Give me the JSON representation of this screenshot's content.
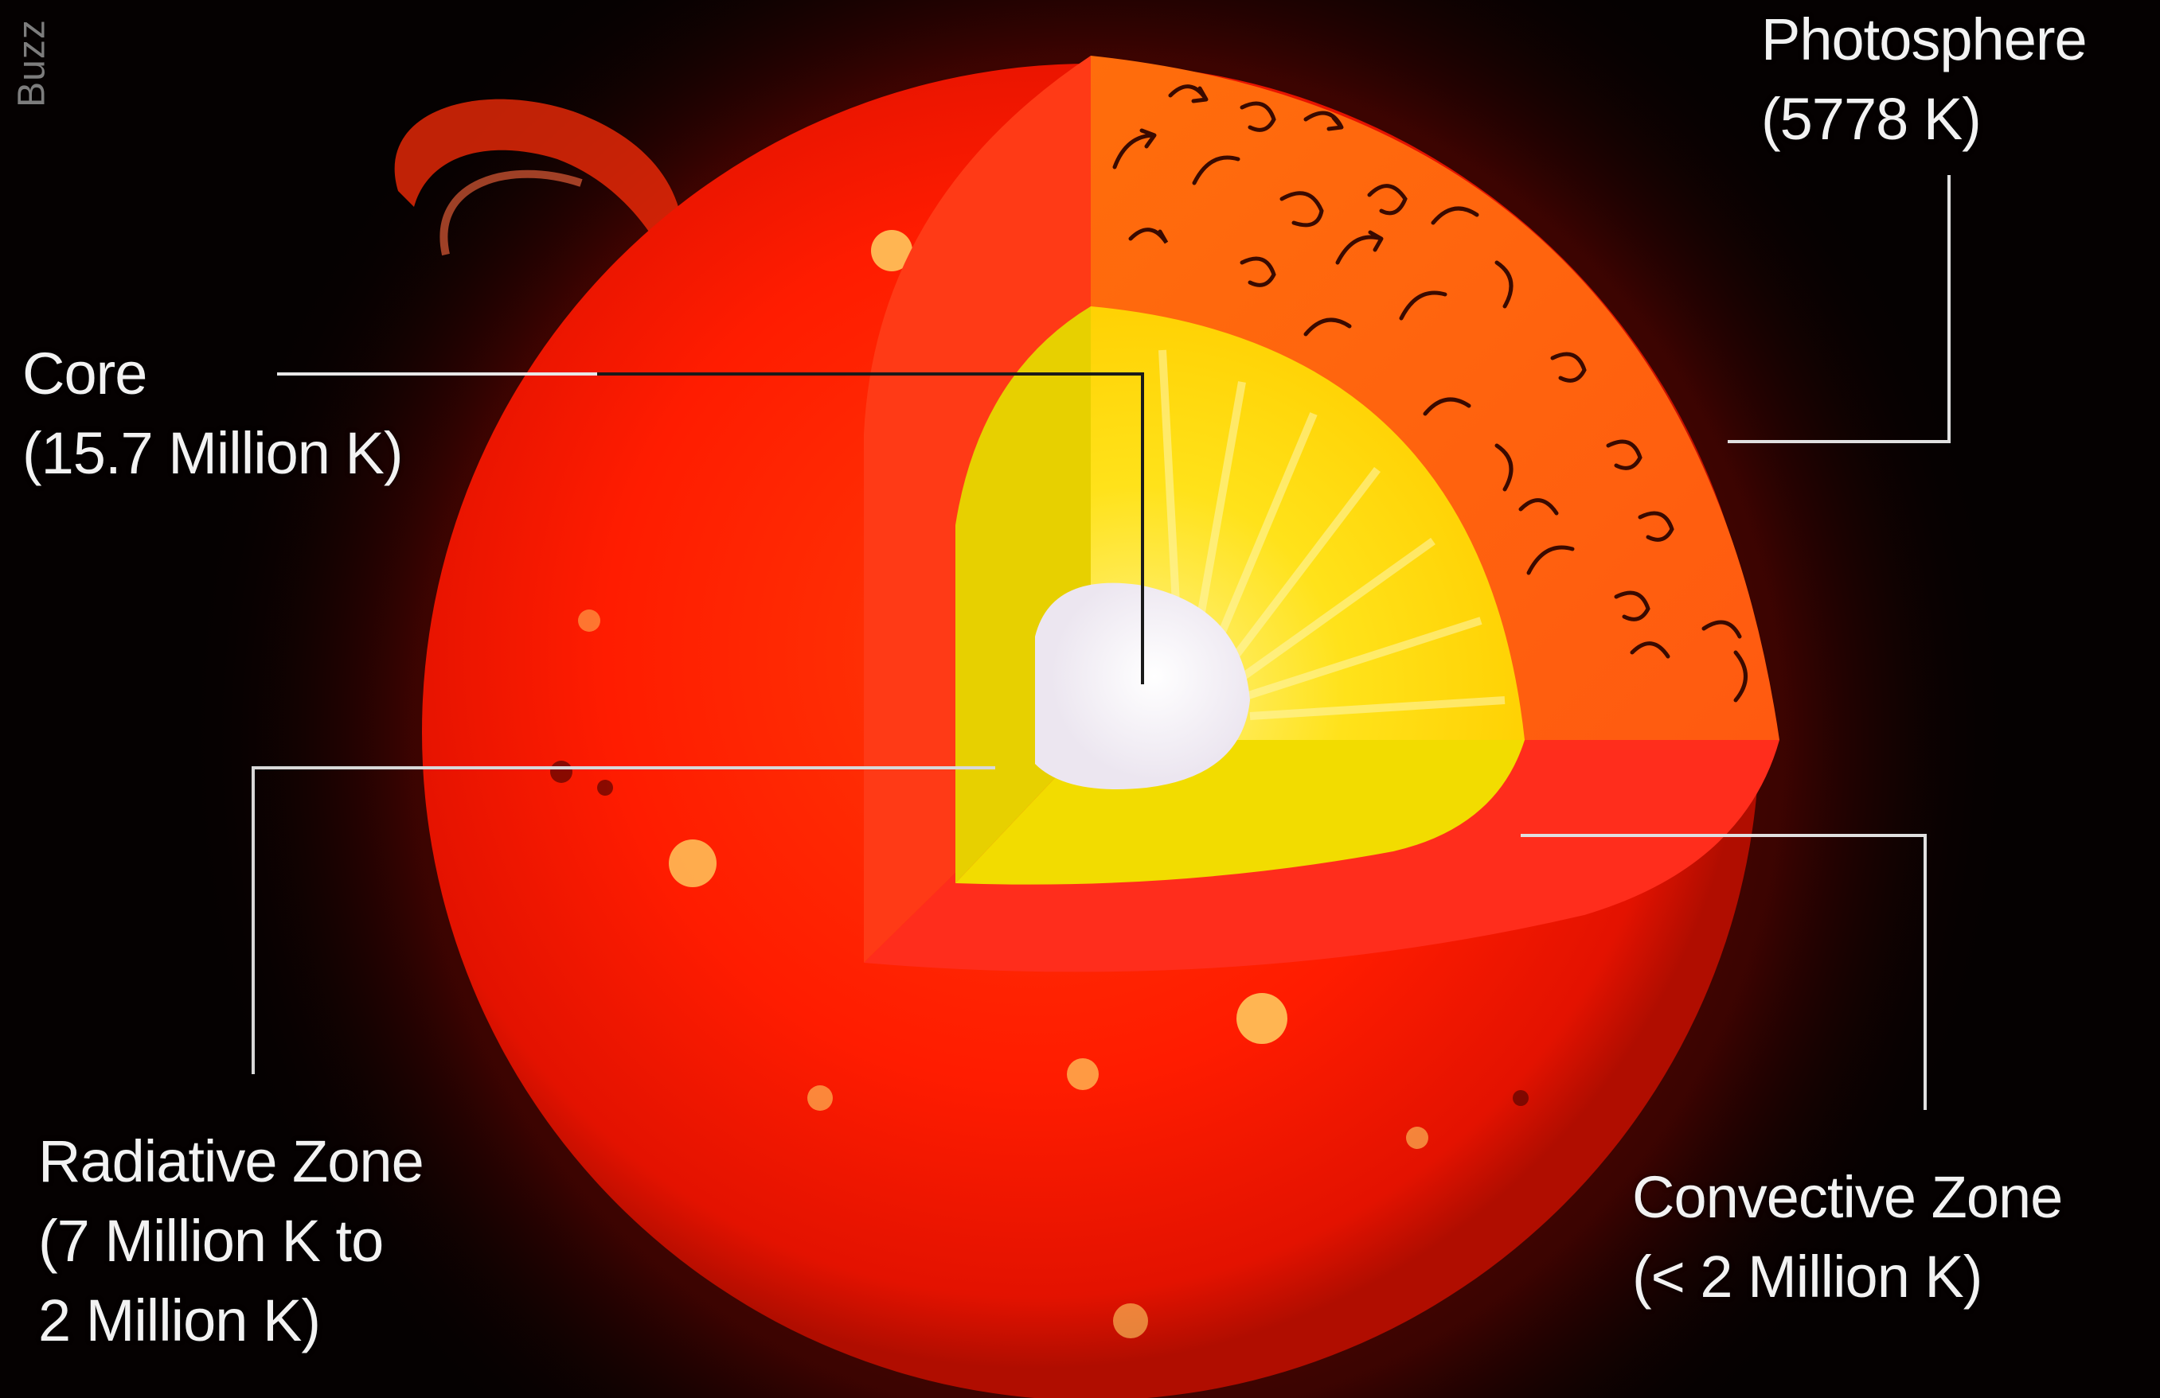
{
  "watermark": "Buzz",
  "labels": {
    "photosphere": {
      "name": "Photosphere",
      "temp": "(5778 K)"
    },
    "core": {
      "name": "Core",
      "temp": "(15.7 Million K)"
    },
    "radiative": {
      "name": "Radiative Zone",
      "line2": "(7 Million K to",
      "line3": "2 Million K)"
    },
    "convective": {
      "name": "Convective Zone",
      "temp": "(< 2 Million K)"
    }
  },
  "colors": {
    "sun_surface": "#ff1f00",
    "convective": "#ff6a10",
    "radiative": "#ffd400",
    "core": "#f6f2f4",
    "leader_line_light": "#e8e8e8",
    "leader_line_dark": "#1a1a1a"
  }
}
